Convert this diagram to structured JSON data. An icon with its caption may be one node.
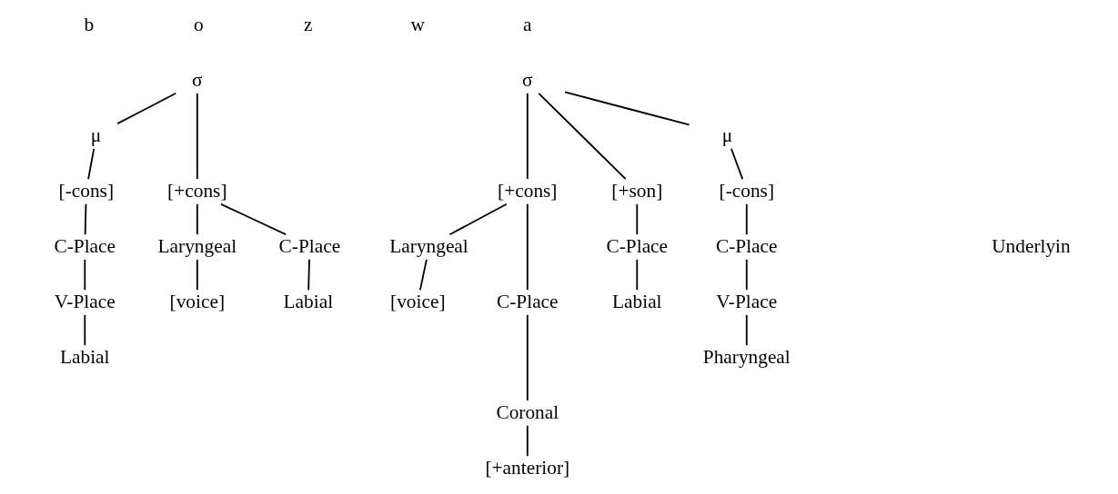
{
  "diagram": {
    "nodes": [
      {
        "text": [
          "σ"
        ]
      },
      {
        "text": [
          "μ"
        ]
      },
      {
        "text": [
          "[+cons]"
        ]
      },
      {
        "text": [
          "Laryngeal"
        ]
      },
      {
        "text": [
          "[voice]"
        ]
      },
      {
        "text": [
          "C-Place"
        ]
      },
      {
        "text": [
          "Labial"
        ]
      },
      {
        "text": [
          "[-cons]"
        ]
      },
      {
        "text": [
          "C-Place"
        ]
      },
      {
        "text": [
          "V-Place"
        ]
      },
      {
        "text": [
          "Labial"
        ]
      },
      {
        "text": [
          "σ"
        ]
      },
      {
        "text": [
          "[+cons]"
        ]
      },
      {
        "text": [
          "Laryngeal"
        ]
      },
      {
        "text": [
          "[voice]"
        ]
      },
      {
        "text": [
          "C-Place"
        ]
      },
      {
        "text": [
          "Coronal"
        ]
      },
      {
        "text": [
          "[+anterior]"
        ]
      },
      {
        "text": [
          "[+son]"
        ]
      },
      {
        "text": [
          "C-Place"
        ]
      },
      {
        "text": [
          "Labial"
        ]
      },
      {
        "text": [
          "μ"
        ]
      },
      {
        "text": [
          "[-cons]"
        ]
      },
      {
        "text": [
          "C-Place"
        ]
      },
      {
        "text": [
          "V-Place"
        ]
      },
      {
        "text": [
          "Pharyngeal"
        ]
      }
    ],
    "edges": [
      {
        "from": 0,
        "to": 2,
        "arrow": "none"
      },
      {
        "from": 0,
        "to": 1,
        "arrow": "none"
      },
      {
        "from": 1,
        "to": 7,
        "arrow": "none"
      },
      {
        "from": 2,
        "to": 3,
        "arrow": "none"
      },
      {
        "from": 2,
        "to": 5,
        "arrow": "none"
      },
      {
        "from": 3,
        "to": 4,
        "arrow": "none"
      },
      {
        "from": 5,
        "to": 6,
        "arrow": "none"
      },
      {
        "from": 7,
        "to": 8,
        "arrow": "none"
      },
      {
        "from": 8,
        "to": 9,
        "arrow": "none"
      },
      {
        "from": 9,
        "to": 10,
        "arrow": "none"
      },
      {
        "from": 11,
        "to": 12,
        "arrow": "none"
      },
      {
        "from": 11,
        "to": 18,
        "arrow": "none"
      },
      {
        "from": 11,
        "to": 21,
        "arrow": "none"
      },
      {
        "from": 21,
        "to": 22,
        "arrow": "none"
      },
      {
        "from": 12,
        "to": 13,
        "arrow": "none"
      },
      {
        "from": 12,
        "to": 15,
        "arrow": "none"
      },
      {
        "from": 13,
        "to": 14,
        "arrow": "none"
      },
      {
        "from": 15,
        "to": 16,
        "arrow": "none"
      },
      {
        "from": 16,
        "to": 17,
        "arrow": "none"
      },
      {
        "from": 18,
        "to": 19,
        "arrow": "none"
      },
      {
        "from": 19,
        "to": 20,
        "arrow": "none"
      },
      {
        "from": 22,
        "to": 23,
        "arrow": "none"
      },
      {
        "from": 23,
        "to": 24,
        "arrow": "none"
      },
      {
        "from": 24,
        "to": 25,
        "arrow": "none"
      }
    ],
    "labels": [
      "b",
      "o",
      "z",
      "w",
      "a",
      "Underlyin"
    ]
  }
}
